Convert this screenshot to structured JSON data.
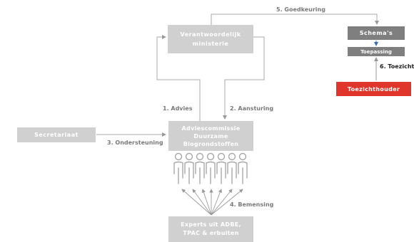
{
  "nodes": {
    "ministerie_line1": "Verantwoordelijk",
    "ministerie_line2": "ministerie",
    "schemas": "Schema's",
    "toepassing": "Toepassing",
    "toezichthouder": "Toezichthouder",
    "secretariaat": "Secretariaat",
    "commissie_line1": "Adviescommissie",
    "commissie_line2": "Duurzame",
    "commissie_line3": "Biogrondstoffen",
    "experts_line1": "Experts uit ADBE,",
    "experts_line2": "TPAC & erbuiten"
  },
  "labels": {
    "advies": "1. Advies",
    "aansturing": "2. Aansturing",
    "ondersteuning": "3. Ondersteuning",
    "bemensing": "4. Bemensing",
    "goedkeuring": "5. Goedkeuring",
    "toezicht": "6. Toezicht"
  },
  "colors": {
    "light_box": "#d0d0d0",
    "dark_box": "#7f7f7f",
    "accent_red": "#e0352b",
    "line": "#aaaaaa",
    "blue_arrow": "#3a6fb5"
  },
  "icons": {
    "people": "people-group-icon",
    "count": 7
  }
}
